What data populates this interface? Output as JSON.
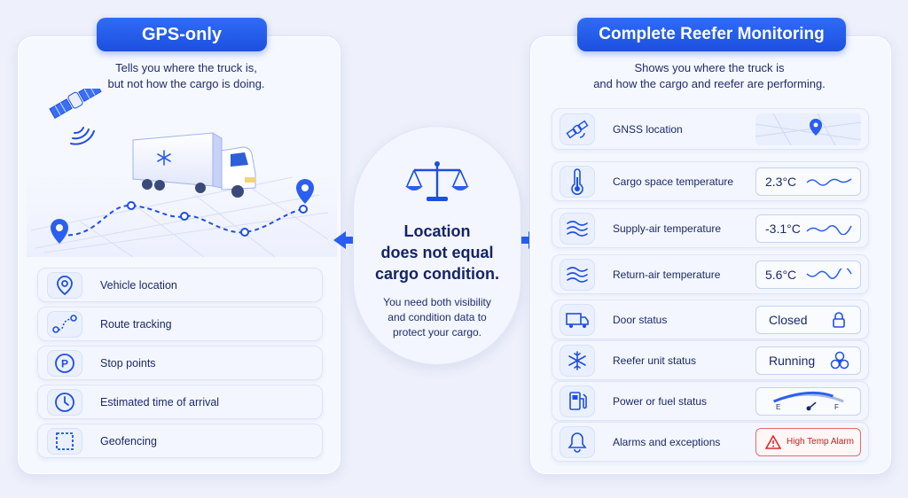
{
  "left": {
    "title": "GPS-only",
    "subtitle_line1": "Tells you where the truck is,",
    "subtitle_line2": "but not how the cargo is doing.",
    "items": [
      {
        "label": "Vehicle location",
        "icon": "map-pin-icon"
      },
      {
        "label": "Route tracking",
        "icon": "route-icon"
      },
      {
        "label": "Stop points",
        "icon": "parking-icon"
      },
      {
        "label": "Estimated time of arrival",
        "icon": "clock-icon"
      },
      {
        "label": "Geofencing",
        "icon": "geofence-icon"
      }
    ]
  },
  "center": {
    "title_line1": "Location",
    "title_line2": "does not equal",
    "title_line3": "cargo condition.",
    "body_line1": "You need both visibility",
    "body_line2": "and condition data to",
    "body_line3": "protect your cargo."
  },
  "right": {
    "title": "Complete Reefer Monitoring",
    "subtitle_line1": "Shows you where the truck is",
    "subtitle_line2": "and how the cargo and reefer are performing.",
    "items": [
      {
        "label": "GNSS location",
        "icon": "satellite-icon",
        "value": ""
      },
      {
        "label": "Cargo space temperature",
        "icon": "thermometer-icon",
        "value": "2.3°C"
      },
      {
        "label": "Supply-air temperature",
        "icon": "airflow-icon",
        "value": "-3.1°C"
      },
      {
        "label": "Return-air temperature",
        "icon": "airflow-icon",
        "value": "5.6°C"
      },
      {
        "label": "Door status",
        "icon": "truck-icon",
        "value": "Closed"
      },
      {
        "label": "Reefer unit status",
        "icon": "snowflake-icon",
        "value": "Running"
      },
      {
        "label": "Power or fuel status",
        "icon": "fuel-pump-icon",
        "value": "",
        "gauge_empty": "E",
        "gauge_full": "F",
        "level": 0.7
      },
      {
        "label": "Alarms and exceptions",
        "icon": "bell-icon",
        "value": "High Temp Alarm"
      }
    ]
  },
  "colors": {
    "accent": "#2a5ff0",
    "text": "#1b2a66",
    "alarm": "#d92b2b",
    "panel": "#f6f8ff"
  }
}
